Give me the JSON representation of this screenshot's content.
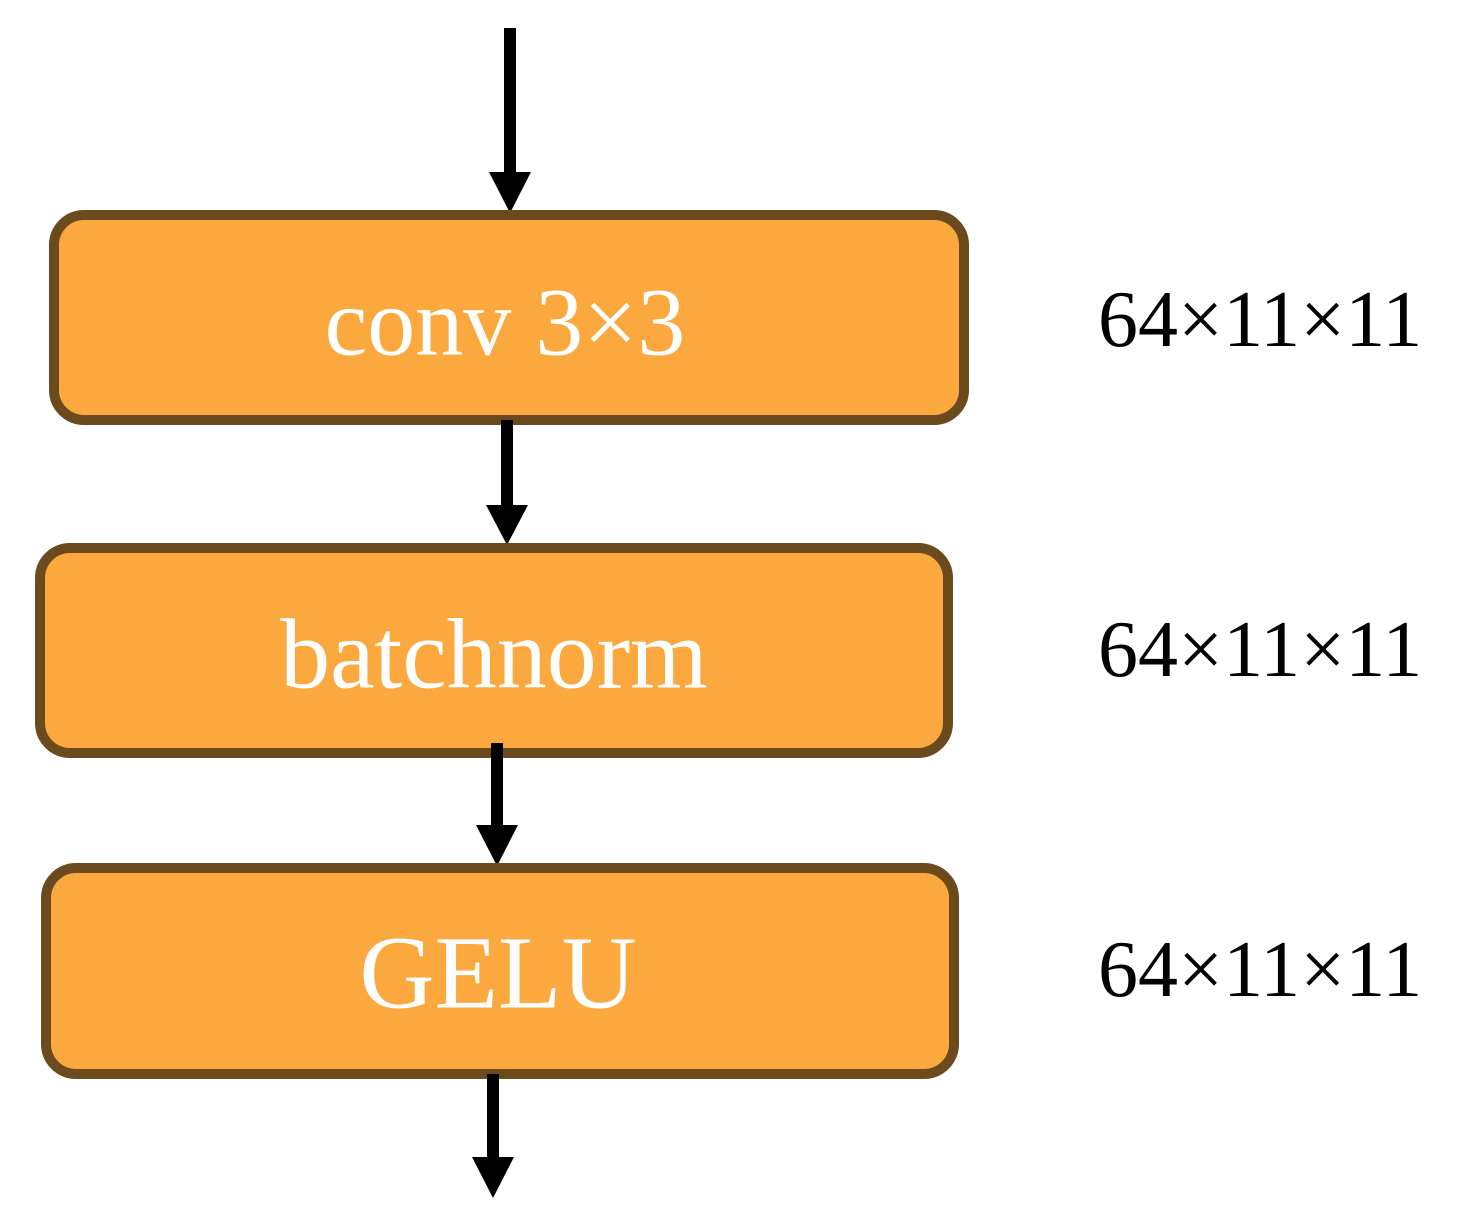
{
  "diagram": {
    "colors": {
      "block_fill": "#FBA83F",
      "block_border": "#6B4A1E",
      "block_text": "#FFFFFF",
      "arrow": "#000000",
      "dim_text": "#000000"
    },
    "blocks": [
      {
        "label": "conv 3×3",
        "output_shape": "64×11×11"
      },
      {
        "label": "batchnorm",
        "output_shape": "64×11×11"
      },
      {
        "label": "GELU",
        "output_shape": "64×11×11"
      }
    ]
  }
}
